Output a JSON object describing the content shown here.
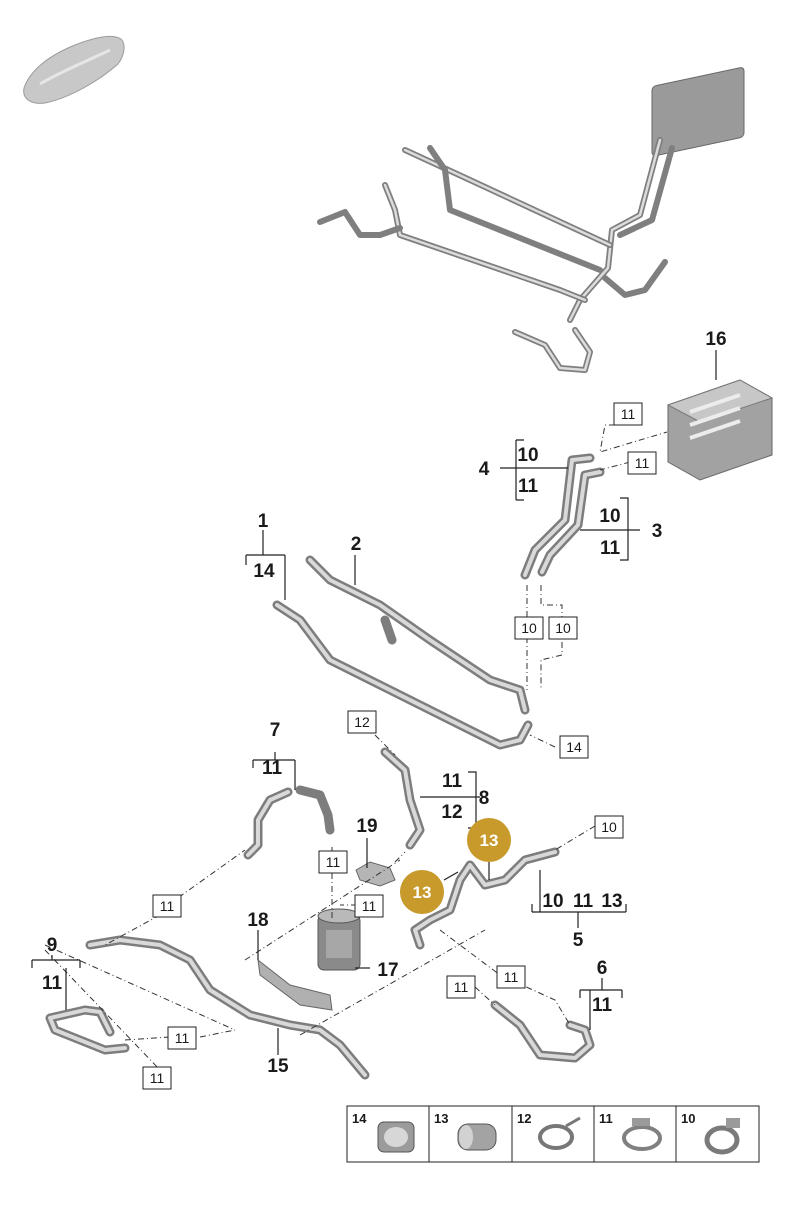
{
  "parts": {
    "p1": "1",
    "p2": "2",
    "p3": "3",
    "p4": "4",
    "p5": "5",
    "p6": "6",
    "p7": "7",
    "p8": "8",
    "p9": "9",
    "p15": "15",
    "p16": "16",
    "p17": "17",
    "p18": "18",
    "p19": "19"
  },
  "sub": {
    "s10": "10",
    "s11": "11",
    "s12": "12",
    "s13": "13",
    "s14": "14"
  },
  "callouts": {
    "c13": "13"
  },
  "legend": [
    {
      "num": "14",
      "icon": "clamp-sleeve-icon"
    },
    {
      "num": "13",
      "icon": "hose-sleeve-icon"
    },
    {
      "num": "12",
      "icon": "spring-clip-icon"
    },
    {
      "num": "11",
      "icon": "hose-clamp-icon"
    },
    {
      "num": "10",
      "icon": "clamp-ring-icon"
    }
  ],
  "colors": {
    "callout": "#c79a2b",
    "pipe": "#7d7d7d",
    "line": "#222222"
  }
}
